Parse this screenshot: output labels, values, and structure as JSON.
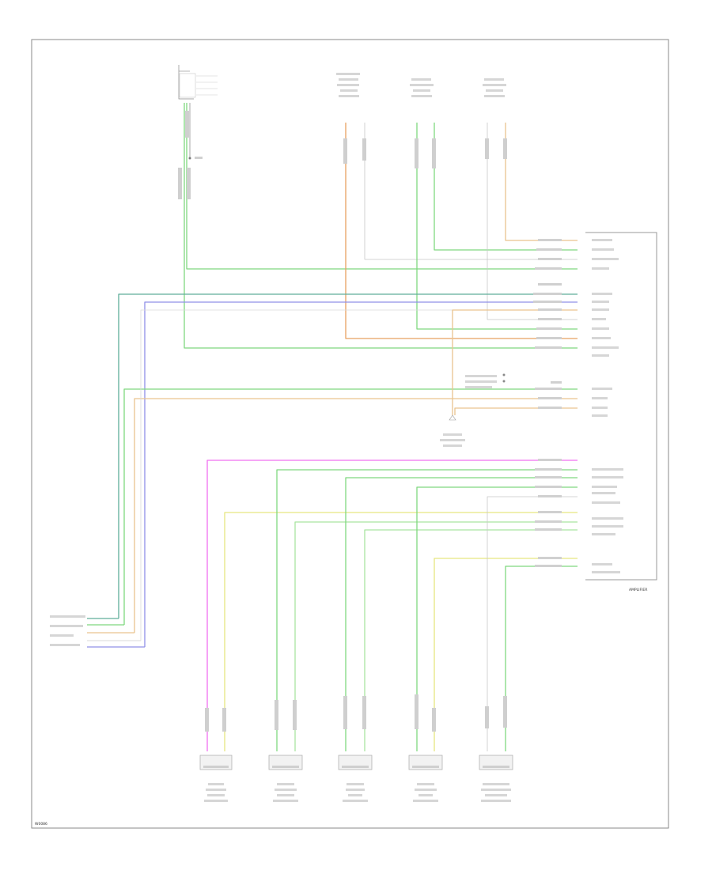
{
  "footer": {
    "module_label": "AMPLIFIER",
    "page_code": "W0086"
  },
  "wire_colors": {
    "green": "#7fd87f",
    "light_green": "#a9e5a0",
    "orange": "#e8a060",
    "tan": "#e9c48f",
    "yellow": "#e6e680",
    "teal": "#5fae9a",
    "blue": "#9090e8",
    "magenta": "#f070f0",
    "grey": "#bbbbbb",
    "frame": "#888888"
  },
  "speakers": [
    {
      "id": "left-front-door"
    },
    {
      "id": "right-front-door"
    },
    {
      "id": "left-rear"
    },
    {
      "id": "right-rear"
    },
    {
      "id": "subwoofer"
    }
  ]
}
